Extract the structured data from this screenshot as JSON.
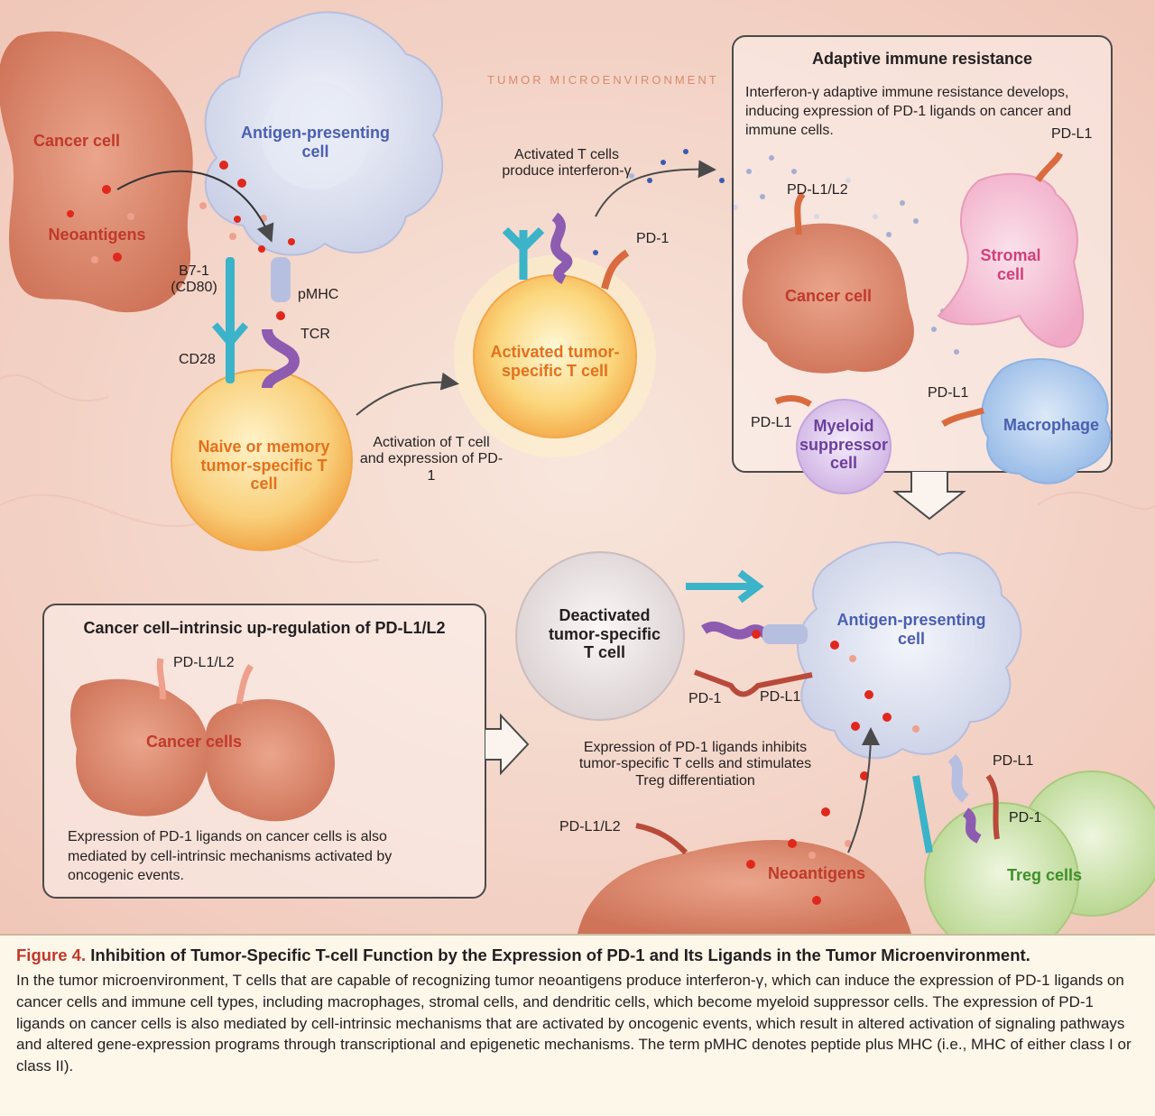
{
  "illustration": {
    "tumor_microenvironment": "TUMOR MICROENVIRONMENT",
    "cancer_cell_top": "Cancer cell",
    "neoantigens_top": "Neoantigens",
    "apc_top": "Antigen-presenting cell",
    "b7_1": "B7-1 (CD80)",
    "pmhc": "pMHC",
    "tcr": "TCR",
    "cd28": "CD28",
    "naive_t_cell": "Naive or memory tumor-specific T cell",
    "activation_text": "Activation of T cell and expression of PD-1",
    "activated_t_cell": "Activated tumor-specific T cell",
    "activated_produce": "Activated T cells produce interferon-γ",
    "pd1_top": "PD-1",
    "adaptive_box": {
      "title": "Adaptive immune resistance",
      "description": "Interferon-γ adaptive immune resistance develops, inducing expression of PD-1 ligands on cancer and immune cells.",
      "pd_l1_l2": "PD-L1/L2",
      "pd_l1_stromal": "PD-L1",
      "stromal_cell": "Stromal cell",
      "cancer_cell": "Cancer cell",
      "pd_l1_myeloid": "PD-L1",
      "myeloid_cell": "Myeloid suppressor cell",
      "pd_l1_macrophage": "PD-L1",
      "macrophage": "Macrophage"
    },
    "intrinsic_box": {
      "title": "Cancer cell–intrinsic up-regulation of PD-L1/L2",
      "pd_l1_l2": "PD-L1/L2",
      "cancer_cells": "Cancer cells",
      "description": "Expression of PD-1 ligands on cancer cells is also mediated by cell-intrinsic mechanisms activated by oncogenic events."
    },
    "deactivated_t_cell": "Deactivated tumor-specific T cell",
    "apc_bottom": "Antigen-presenting cell",
    "pd1_bottom": "PD-1",
    "pd_l1_bottom": "PD-L1",
    "expression_text": "Expression of PD-1 ligands inhibits tumor-specific T cells and stimulates Treg differentiation",
    "pd_l1_l2_bottom": "PD-L1/L2",
    "neoantigens_bottom": "Neoantigens",
    "treg_cells": "Treg cells",
    "pd_l1_treg": "PD-L1",
    "pd1_treg": "PD-1"
  },
  "caption": {
    "figure_number": "Figure 4.",
    "title": "Inhibition of Tumor-Specific T-cell Function by the Expression of PD-1 and Its Ligands in the Tumor Microenvironment.",
    "body": "In the tumor microenvironment, T cells that are capable of recognizing tumor neoantigens produce interferon-γ, which can induce the expression of PD-1 ligands on cancer cells and immune cell types, including macrophages, stromal cells, and dendritic cells, which become myeloid suppressor cells. The expression of PD-1 ligands on cancer cells is also mediated by cell-intrinsic mechanisms that are activated by oncogenic events, which result in altered activation of signaling pathways and altered gene-expression programs through transcriptional and epigenetic mechanisms. The term pMHC denotes peptide plus MHC (i.e., MHC of either class I or class II)."
  },
  "colors": {
    "background": "#f3d6cc",
    "cancer_cell": "#d9826a",
    "apc": "#dfe4f2",
    "t_cell": "#f7c46a",
    "stromal": "#f4b9cf",
    "macrophage": "#a8c6ec",
    "myeloid": "#dcc3ea",
    "treg": "#c9e0a6",
    "title_red": "#c0392b"
  }
}
